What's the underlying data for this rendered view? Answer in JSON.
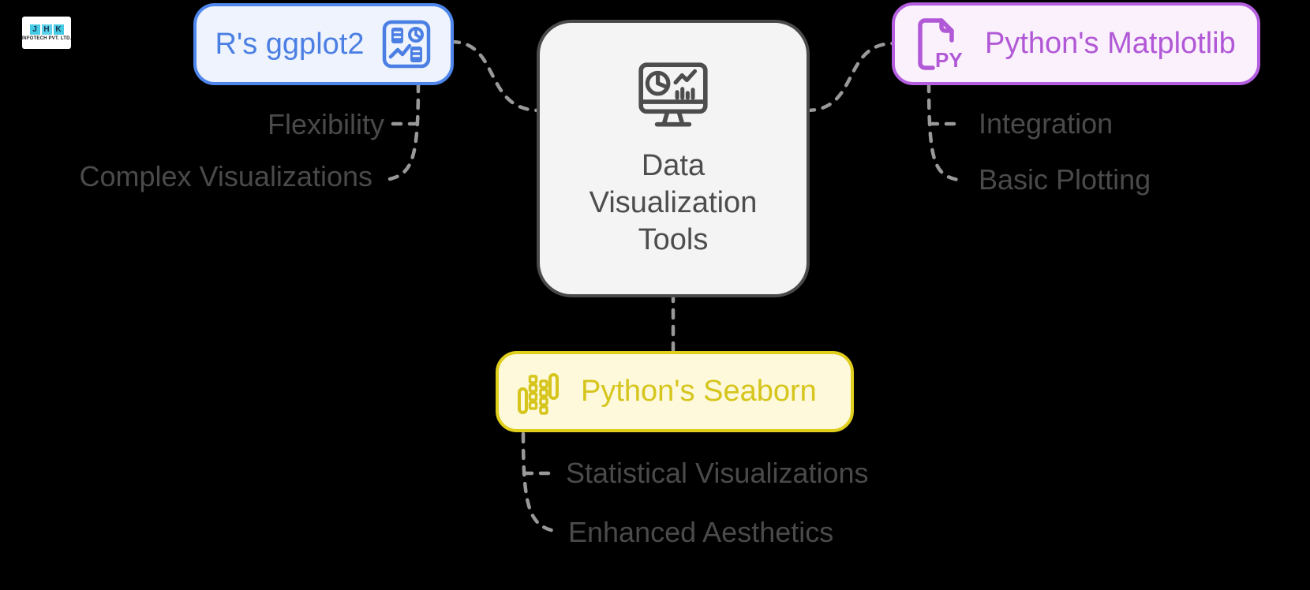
{
  "logo": {
    "letters": [
      "J",
      "H",
      "K"
    ],
    "subtitle": "INFOTECH PVT. LTD."
  },
  "center": {
    "icon": "monitor-analytics-icon",
    "lines": [
      "Data",
      "Visualization",
      "Tools"
    ]
  },
  "nodes": {
    "ggplot": {
      "label": "R's ggplot2",
      "icon": "chart-dashboard-icon",
      "features": [
        "Flexibility",
        "Complex Visualizations"
      ]
    },
    "matplotlib": {
      "label": "Python's Matplotlib",
      "icon": "python-file-icon",
      "icon_text": "PY",
      "features": [
        "Integration",
        "Basic Plotting"
      ]
    },
    "seaborn": {
      "label": "Python's Seaborn",
      "icon": "boxplot-bars-icon",
      "features": [
        "Statistical Visualizations",
        "Enhanced Aesthetics"
      ]
    }
  },
  "colors": {
    "background": "#000000",
    "connector": "#999999",
    "feature_text": "#4a4a4a",
    "center_border": "#4a4a4a",
    "center_fill": "#f4f4f4",
    "center_text": "#4d4d4d",
    "ggplot_border": "#4e86ec",
    "ggplot_fill": "#eef3fd",
    "ggplot_text": "#4b7fe4",
    "matplotlib_border": "#b55fe0",
    "matplotlib_fill": "#fbf1fd",
    "matplotlib_text": "#b158d6",
    "seaborn_border": "#e0ce1d",
    "seaborn_fill": "#fdf9da",
    "seaborn_text": "#d6c51c",
    "logo_bg": "#ffffff",
    "logo_square": "#47cae3",
    "logo_square_alt": "#5ad2e9",
    "logo_letter": "#16324f"
  }
}
